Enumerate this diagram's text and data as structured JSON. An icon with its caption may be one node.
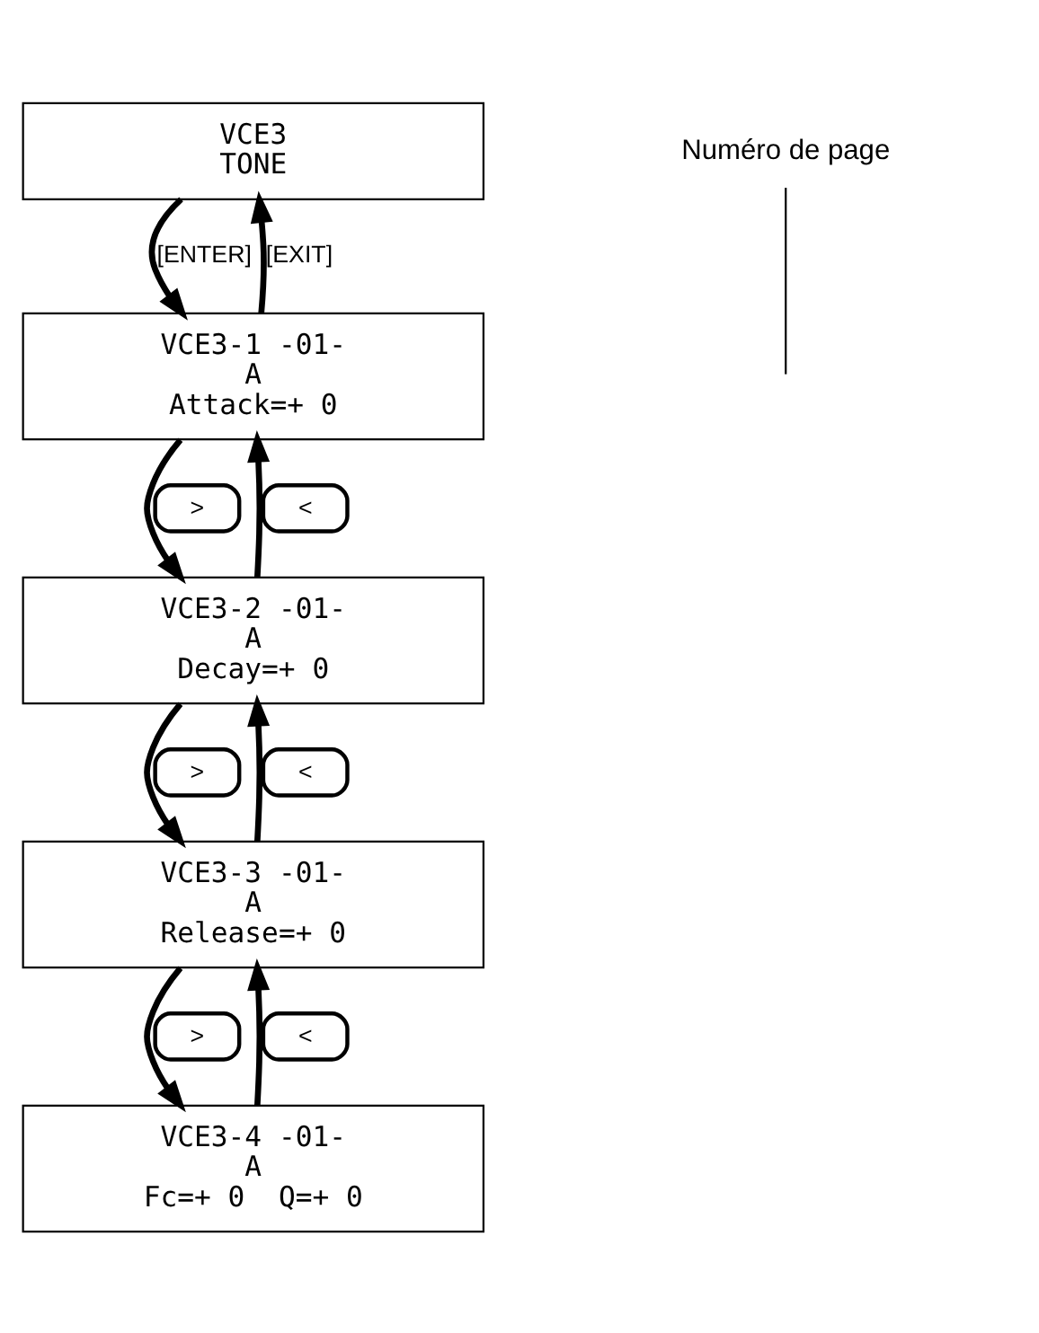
{
  "diagram": {
    "nodes": [
      {
        "text": [
          "VCE3",
          "TONE"
        ]
      },
      {
        "text": [
          "VCE3-1 -01-",
          "A",
          "Attack=+ 0"
        ]
      },
      {
        "text": [
          "VCE3-2 -01-",
          "A",
          "Decay=+ 0"
        ]
      },
      {
        "text": [
          "VCE3-3 -01-",
          "A",
          "Release=+ 0"
        ]
      },
      {
        "text": [
          "VCE3-4 -01-",
          "A",
          "Fc=+ 0  Q=+ 0"
        ]
      },
      {
        "text": [
          "Numéro de page"
        ]
      }
    ],
    "edges": [
      {
        "from": 0,
        "to": 1,
        "arrow": "to",
        "label": "[ENTER]"
      },
      {
        "from": 1,
        "to": 0,
        "arrow": "to",
        "label": "[EXIT]"
      },
      {
        "from": 2,
        "to": 1,
        "arrow": "to",
        "label": "<"
      },
      {
        "from": 1,
        "to": 2,
        "arrow": "to",
        "label": ">"
      },
      {
        "from": 3,
        "to": 2,
        "arrow": "to",
        "label": "<"
      },
      {
        "from": 2,
        "to": 3,
        "arrow": "to",
        "label": ">"
      },
      {
        "from": 4,
        "to": 3,
        "arrow": "to",
        "label": "<"
      },
      {
        "from": 3,
        "to": 4,
        "arrow": "to",
        "label": ">"
      },
      {
        "from": 5,
        "to": null,
        "arrow": "none"
      }
    ]
  }
}
